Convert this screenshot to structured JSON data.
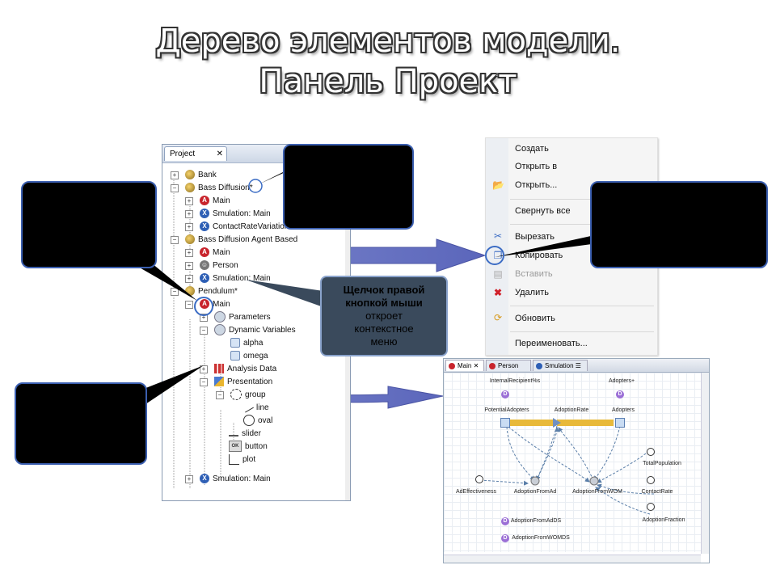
{
  "title": {
    "line1": "Дерево элементов модели.",
    "line2": "Панель Проект"
  },
  "project_panel": {
    "tab_label": "Project",
    "close_glyph": "✕",
    "tree": [
      {
        "label": "Bank",
        "icon": "model-icon",
        "expander": "+"
      },
      {
        "label": "Bass Diffusion*",
        "icon": "model-icon",
        "expander": "−"
      },
      {
        "label": "Main",
        "icon": "active-object-icon",
        "expander": "+"
      },
      {
        "label": "Smulation: Main",
        "icon": "experiment-icon",
        "expander": "+"
      },
      {
        "label": "ContactRateVariation",
        "icon": "experiment-icon",
        "expander": "+"
      },
      {
        "label": "Bass Diffusion Agent Based",
        "icon": "model-icon",
        "expander": "−"
      },
      {
        "label": "Main",
        "icon": "active-object-icon",
        "expander": "+"
      },
      {
        "label": "Person",
        "icon": "agent-icon",
        "expander": "+"
      },
      {
        "label": "Smulation: Main",
        "icon": "experiment-icon",
        "expander": "+"
      },
      {
        "label": "Pendulum*",
        "icon": "model-icon",
        "expander": "−"
      },
      {
        "label": "Main",
        "icon": "active-object-icon",
        "expander": "−"
      },
      {
        "label": "Parameters",
        "icon": "parameters-icon",
        "expander": "+"
      },
      {
        "label": "Dynamic Variables",
        "icon": "dynamic-variables-icon",
        "expander": "−"
      },
      {
        "label": "alpha",
        "icon": "variable-icon",
        "expander": ""
      },
      {
        "label": "omega",
        "icon": "variable-icon",
        "expander": ""
      },
      {
        "label": "Analysis Data",
        "icon": "analysis-icon",
        "expander": "+"
      },
      {
        "label": "Presentation",
        "icon": "presentation-icon",
        "expander": "−"
      },
      {
        "label": "group",
        "icon": "group-icon",
        "expander": "−"
      },
      {
        "label": "line",
        "icon": "line-icon",
        "expander": ""
      },
      {
        "label": "oval",
        "icon": "oval-icon",
        "expander": ""
      },
      {
        "label": "slider",
        "icon": "slider-icon",
        "expander": ""
      },
      {
        "label": "button",
        "icon": "button-icon",
        "expander": ""
      },
      {
        "label": "plot",
        "icon": "plot-icon",
        "expander": ""
      },
      {
        "label": "Smulation: Main",
        "icon": "experiment-icon",
        "expander": "+"
      }
    ]
  },
  "context_menu": {
    "items": [
      {
        "label": "Создать",
        "icon": "",
        "disabled": false
      },
      {
        "label": "Открыть в",
        "icon": "",
        "disabled": false
      },
      {
        "label": "Открыть...",
        "icon": "folder-icon",
        "disabled": false
      },
      {
        "label": "Свернуть все",
        "icon": "",
        "disabled": false
      },
      {
        "label": "Вырезать",
        "icon": "scissors-icon",
        "disabled": false
      },
      {
        "label": "Копировать",
        "icon": "copy-icon",
        "disabled": false
      },
      {
        "label": "Вставить",
        "icon": "paste-icon",
        "disabled": true
      },
      {
        "label": "Удалить",
        "icon": "delete-icon",
        "disabled": false
      },
      {
        "label": "Обновить",
        "icon": "refresh-icon",
        "disabled": false
      },
      {
        "label": "Переименовать...",
        "icon": "",
        "disabled": false
      }
    ]
  },
  "callout": {
    "line1": "Щелчок правой",
    "line2": "кнопкой мыши",
    "line3": "откроет",
    "line4": "контекстное",
    "line5": "меню"
  },
  "canvas": {
    "tabs": [
      "Main",
      "Person",
      "Smulation"
    ],
    "labels": {
      "internal": "InternalRecipient%s",
      "adoptersx": "Adopters+",
      "potential": "PotentialAdopters",
      "rate": "AdoptionRate",
      "adopters": "Adopters",
      "eff": "AdEffectiveness",
      "fromad": "AdoptionFromAd",
      "fromwom": "AdoptionFromWOM",
      "total": "TotalPopulation",
      "contact": "ContactRate",
      "fraction": "AdoptionFraction",
      "d1": "AdoptionFromAdDS",
      "d2": "AdoptionFromWOMDS"
    }
  }
}
